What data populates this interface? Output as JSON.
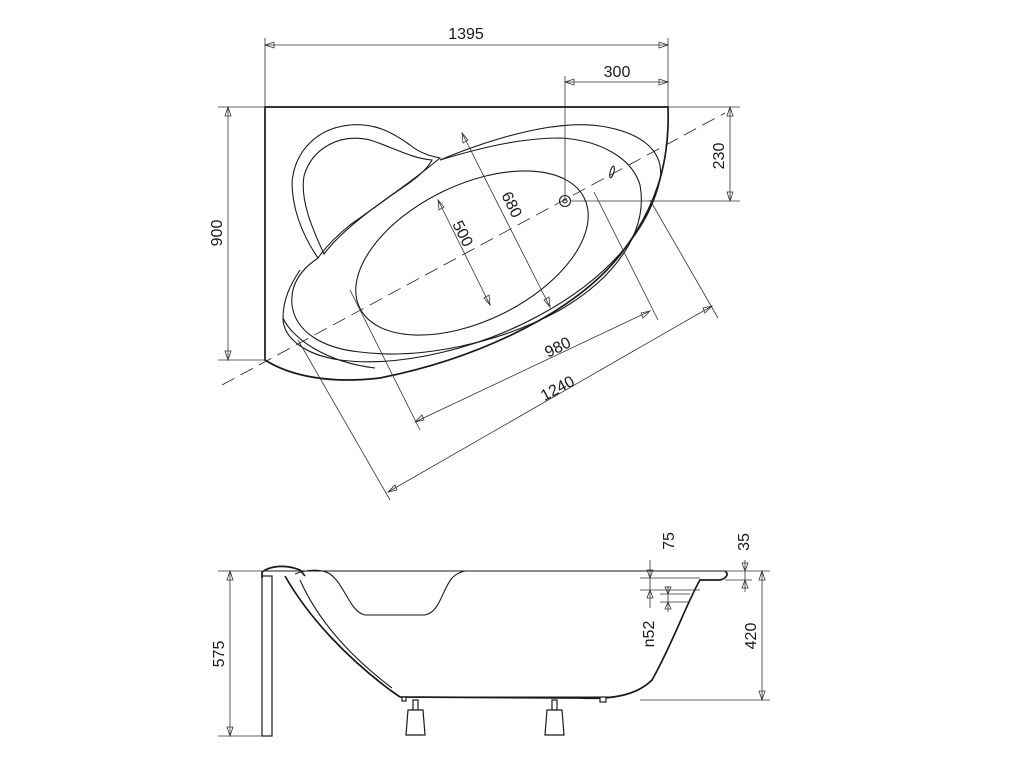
{
  "dimensions": {
    "top_width": "1395",
    "drain_offset_x": "300",
    "drain_offset_y": "230",
    "overall_depth": "900",
    "inner_width": "680",
    "inner_short": "500",
    "inner_length": "980",
    "outer_length": "1240",
    "rim_75": "75",
    "rim_35": "35",
    "overflow": "n52",
    "inner_depth": "420",
    "total_height": "575"
  }
}
